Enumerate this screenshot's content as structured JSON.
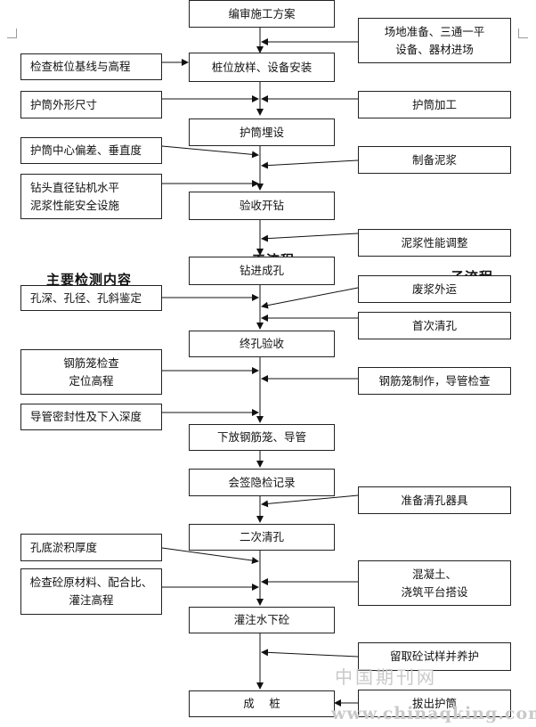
{
  "main_steps": [
    "编审施工方案",
    "桩位放样、设备安装",
    "护筒埋设",
    "验收开钻",
    "钻进成孔",
    "终孔验收",
    "下放钢筋笼、导管",
    "会签隐检记录",
    "二次清孔",
    "灌注水下砼",
    "成　 桩"
  ],
  "left_items": [
    "检查桩位基线与高程",
    "护筒外形尺寸",
    "护筒中心偏差、垂直度",
    "钻头直径钻机水平\n泥浆性能安全设施",
    "孔深、孔径、孔斜鉴定",
    "钢筋笼检查\n定位高程",
    "导管密封性及下入深度",
    "孔底淤积厚度",
    "检查砼原材料、配合比、\n灌注高程"
  ],
  "right_items": [
    "场地准备、三通一平\n设备、器材进场",
    "护筒加工",
    "制备泥浆",
    "泥浆性能调整",
    "废浆外运",
    "首次清孔",
    "钢筋笼制作，导管检查",
    "准备清孔器具",
    "混凝土、\n浇筑平台搭设",
    "留取砼试样并养护",
    "拔出护筒"
  ],
  "background_text": {
    "left_heading": "主要检测内容",
    "overlap_fragment": "工流程",
    "right_fragment": "子流程"
  },
  "watermark": {
    "cn": "中国期刊网",
    "url": "www.chinaqking.com"
  }
}
